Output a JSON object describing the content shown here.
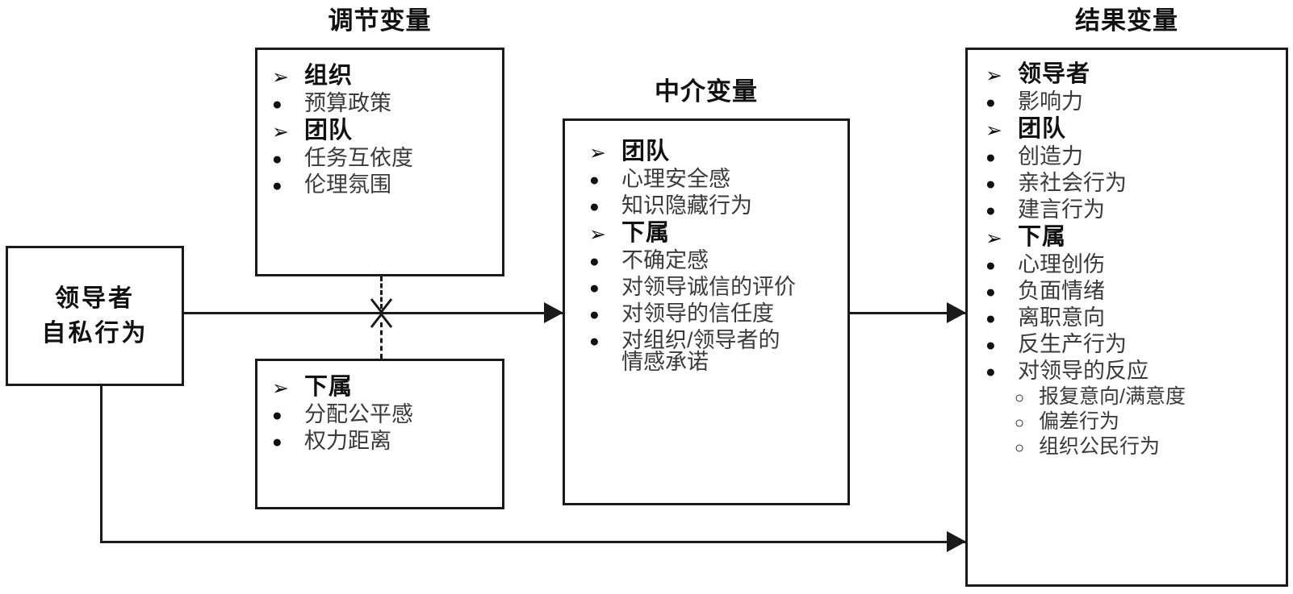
{
  "diagram": {
    "title_moderator": "调节变量",
    "title_mediator": "中介变量",
    "title_outcome": "结果变量"
  },
  "source_box": {
    "name": "leader-selfish-behavior",
    "line1": "领导者",
    "line2": "自私行为"
  },
  "moderator_top": {
    "items": [
      {
        "type": "hdr",
        "mark": "➢",
        "text": "组织"
      },
      {
        "type": "bul",
        "mark": "●",
        "text": "预算政策"
      },
      {
        "type": "hdr",
        "mark": "➢",
        "text": "团队"
      },
      {
        "type": "bul",
        "mark": "●",
        "text": "任务互依度"
      },
      {
        "type": "bul",
        "mark": "●",
        "text": "伦理氛围"
      }
    ]
  },
  "moderator_bottom": {
    "items": [
      {
        "type": "hdr",
        "mark": "➢",
        "text": "下属"
      },
      {
        "type": "bul",
        "mark": "●",
        "text": "分配公平感"
      },
      {
        "type": "bul",
        "mark": "●",
        "text": "权力距离"
      }
    ]
  },
  "mediator": {
    "items": [
      {
        "type": "hdr",
        "mark": "➢",
        "text": "团队"
      },
      {
        "type": "bul",
        "mark": "●",
        "text": "心理安全感"
      },
      {
        "type": "bul",
        "mark": "●",
        "text": "知识隐藏行为"
      },
      {
        "type": "hdr",
        "mark": "➢",
        "text": "下属"
      },
      {
        "type": "bul",
        "mark": "●",
        "text": "不确定感"
      },
      {
        "type": "bul",
        "mark": "●",
        "text": "对领导诚信的评价"
      },
      {
        "type": "bul",
        "mark": "●",
        "text": "对领导的信任度"
      },
      {
        "type": "bul",
        "mark": "●",
        "text": "对组织/领导者的\n情感承诺"
      }
    ]
  },
  "outcome": {
    "items": [
      {
        "type": "hdr",
        "mark": "➢",
        "text": "领导者"
      },
      {
        "type": "bul",
        "mark": "●",
        "text": "影响力"
      },
      {
        "type": "hdr",
        "mark": "➢",
        "text": "团队"
      },
      {
        "type": "bul",
        "mark": "●",
        "text": "创造力"
      },
      {
        "type": "bul",
        "mark": "●",
        "text": "亲社会行为"
      },
      {
        "type": "bul",
        "mark": "●",
        "text": "建言行为"
      },
      {
        "type": "hdr",
        "mark": "➢",
        "text": "下属"
      },
      {
        "type": "bul",
        "mark": "●",
        "text": "心理创伤"
      },
      {
        "type": "bul",
        "mark": "●",
        "text": "负面情绪"
      },
      {
        "type": "bul",
        "mark": "●",
        "text": "离职意向"
      },
      {
        "type": "bul",
        "mark": "●",
        "text": "反生产行为"
      },
      {
        "type": "bul",
        "mark": "●",
        "text": "对领导的反应"
      },
      {
        "type": "sub",
        "mark": "○",
        "text": "报复意向/满意度"
      },
      {
        "type": "sub",
        "mark": "○",
        "text": "偏差行为"
      },
      {
        "type": "sub",
        "mark": "○",
        "text": "组织公民行为"
      }
    ]
  },
  "colors": {
    "stroke": "#1a1a1a",
    "heading_text": "#111111",
    "body_text": "#3a3a3a",
    "background": "#ffffff"
  }
}
